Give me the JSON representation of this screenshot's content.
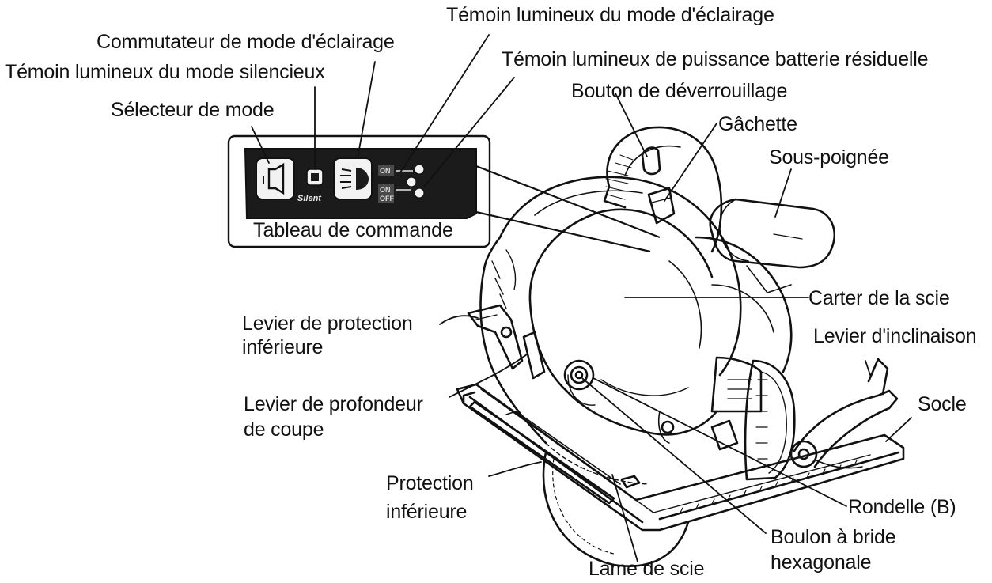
{
  "panel": {
    "title": "Tableau de commande",
    "silent_text": "Silent",
    "tag_on": "ON",
    "tag_on_off_top": "ON",
    "tag_on_off_bottom": "OFF"
  },
  "labels": {
    "lighting_mode_lamp": "Témoin lumineux du mode d'éclairage",
    "lighting_mode_switch": "Commutateur de mode d'éclairage",
    "battery_lamp": "Témoin lumineux de puissance batterie résiduelle",
    "silent_mode_lamp": "Témoin lumineux du mode silencieux",
    "unlock_button": "Bouton de déverrouillage",
    "mode_selector": "Sélecteur de mode",
    "trigger": "Gâchette",
    "sub_handle": "Sous-poignée",
    "saw_cover": "Carter de la scie",
    "lower_guard_lever_1": "Levier de protection",
    "lower_guard_lever_2": "inférieure",
    "bevel_lever": "Levier d'inclinaison",
    "depth_lever_1": "Levier de profondeur",
    "depth_lever_2": "de coupe",
    "base": "Socle",
    "lower_guard_1": "Protection",
    "lower_guard_2": "inférieure",
    "washer": "Rondelle (B)",
    "hex_bolt_1": "Boulon à bride",
    "hex_bolt_2": "hexagonale",
    "saw_blade": "Lame de scie"
  }
}
